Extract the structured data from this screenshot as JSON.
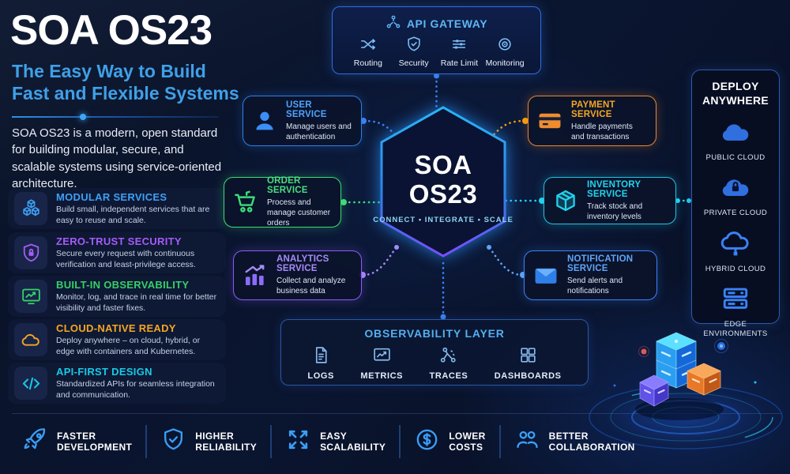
{
  "colors": {
    "background": "#0a1530",
    "accent_blue": "#3b82f6",
    "accent_cyan": "#22d3ee",
    "accent_green": "#3ddc78",
    "accent_orange": "#f5a623",
    "accent_purple": "#8b5cf6",
    "subtitle_blue": "#3fa0e8"
  },
  "header": {
    "title": "SOA OS23",
    "subtitle_line1": "The Easy Way to Build",
    "subtitle_line2": "Fast and Flexible Systems",
    "description": "SOA OS23 is a modern, open standard for building modular, secure, and scalable systems using service-oriented architecture."
  },
  "features": [
    {
      "title": "MODULAR SERVICES",
      "desc": "Build small, independent services that are easy to reuse and scale.",
      "icon": "cubes-icon",
      "color": "#3da0f5"
    },
    {
      "title": "ZERO-TRUST SECURITY",
      "desc": "Secure every request with continuous verification and least-privilege access.",
      "icon": "shield-lock-icon",
      "color": "#a55cf6"
    },
    {
      "title": "BUILT-IN OBSERVABILITY",
      "desc": "Monitor, log, and trace in real time for better visibility and faster fixes.",
      "icon": "monitor-chart-icon",
      "color": "#35d069"
    },
    {
      "title": "CLOUD-NATIVE READY",
      "desc": "Deploy anywhere – on cloud, hybrid, or edge with containers and Kubernetes.",
      "icon": "cloud-icon",
      "color": "#f5a623"
    },
    {
      "title": "API-FIRST DESIGN",
      "desc": "Standardized APIs for seamless integration and communication.",
      "icon": "code-icon",
      "color": "#19c9e6"
    }
  ],
  "api_gateway": {
    "title": "API GATEWAY",
    "icon": "network-icon",
    "items": [
      {
        "label": "Routing",
        "icon": "routing-icon"
      },
      {
        "label": "Security",
        "icon": "shield-check-icon"
      },
      {
        "label": "Rate Limit",
        "icon": "sliders-icon"
      },
      {
        "label": "Monitoring",
        "icon": "target-icon"
      }
    ]
  },
  "hexagon": {
    "line1": "SOA",
    "line2": "OS23",
    "tagline": "CONNECT • INTEGRATE • SCALE"
  },
  "services": [
    {
      "title": "USER SERVICE",
      "desc": "Manage users and authentication",
      "icon": "person-icon",
      "color": "#4da3ff"
    },
    {
      "title": "PAYMENT SERVICE",
      "desc": "Handle payments and transactions",
      "icon": "credit-card-icon",
      "color": "#f5a623"
    },
    {
      "title": "ORDER SERVICE",
      "desc": "Process and manage customer orders",
      "icon": "cart-icon",
      "color": "#4ade80"
    },
    {
      "title": "INVENTORY SERVICE",
      "desc": "Track stock and inventory levels",
      "icon": "box-icon",
      "color": "#22d3ee"
    },
    {
      "title": "ANALYTICS SERVICE",
      "desc": "Collect and analyze business data",
      "icon": "bar-chart-icon",
      "color": "#a78bfa"
    },
    {
      "title": "NOTIFICATION SERVICE",
      "desc": "Send alerts and notifications",
      "icon": "envelope-icon",
      "color": "#60a5fa"
    }
  ],
  "observability": {
    "title": "OBSERVABILITY LAYER",
    "items": [
      {
        "label": "LOGS",
        "icon": "document-icon"
      },
      {
        "label": "METRICS",
        "icon": "chart-icon"
      },
      {
        "label": "TRACES",
        "icon": "trace-network-icon"
      },
      {
        "label": "DASHBOARDS",
        "icon": "grid-icon"
      }
    ]
  },
  "deploy": {
    "title": "DEPLOY ANYWHERE",
    "items": [
      {
        "label": "PUBLIC CLOUD",
        "icon": "cloud-solid-icon"
      },
      {
        "label": "PRIVATE CLOUD",
        "icon": "cloud-lock-icon"
      },
      {
        "label": "HYBRID CLOUD",
        "icon": "cloud-hybrid-icon"
      },
      {
        "label": "EDGE ENVIRONMENTS",
        "icon": "server-stack-icon"
      }
    ]
  },
  "benefits": [
    {
      "line1": "FASTER",
      "line2": "DEVELOPMENT",
      "icon": "rocket-icon"
    },
    {
      "line1": "HIGHER",
      "line2": "RELIABILITY",
      "icon": "shield-check-icon"
    },
    {
      "line1": "EASY",
      "line2": "SCALABILITY",
      "icon": "expand-arrows-icon"
    },
    {
      "line1": "LOWER",
      "line2": "COSTS",
      "icon": "dollar-circle-icon"
    },
    {
      "line1": "BETTER",
      "line2": "COLLABORATION",
      "icon": "people-icon"
    }
  ]
}
